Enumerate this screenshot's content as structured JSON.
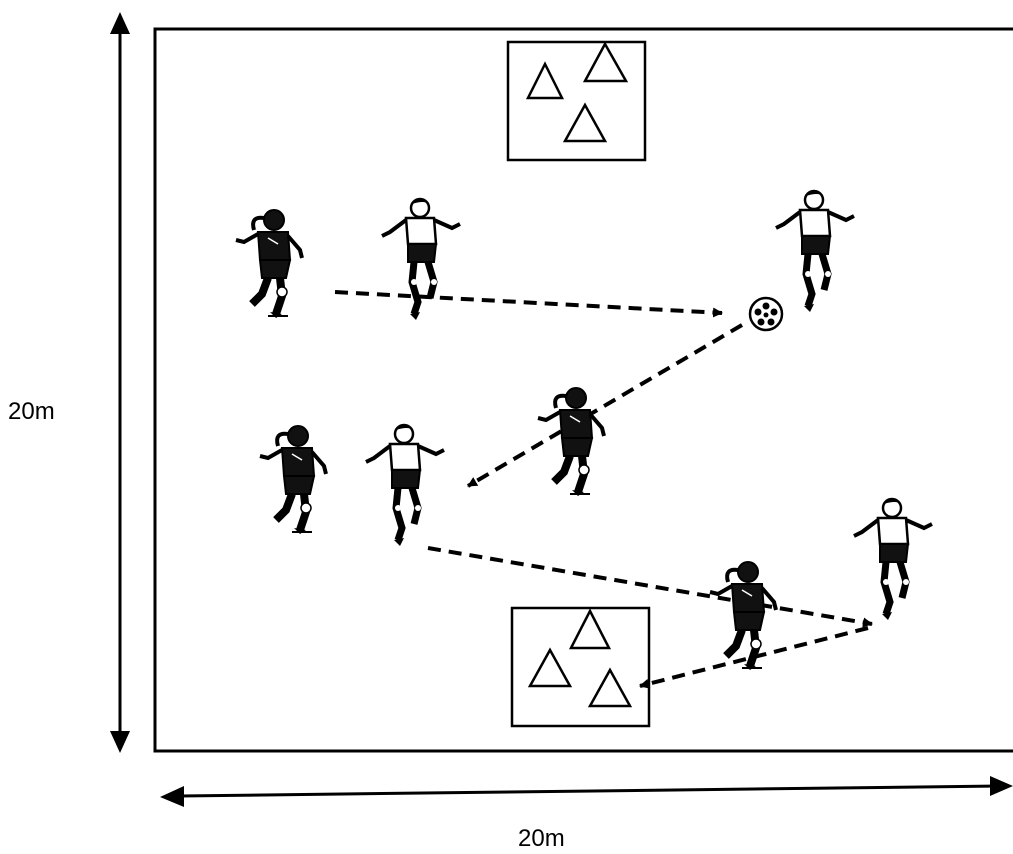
{
  "dimensions": {
    "height_label": "20m",
    "width_label": "20m"
  },
  "colors": {
    "ink": "#000000",
    "paper": "#ffffff",
    "light_kit": "#ffffff",
    "dark_kit": "#111111"
  },
  "players": [
    {
      "team": "dark",
      "role": "player"
    },
    {
      "team": "light",
      "role": "player"
    },
    {
      "team": "light",
      "role": "player-with-ball"
    },
    {
      "team": "dark",
      "role": "player"
    },
    {
      "team": "light",
      "role": "player"
    },
    {
      "team": "dark",
      "role": "player"
    },
    {
      "team": "dark",
      "role": "player"
    },
    {
      "team": "light",
      "role": "player"
    }
  ],
  "goal_zones": [
    {
      "position": "top",
      "cones": 3
    },
    {
      "position": "bottom",
      "cones": 3
    }
  ],
  "ball": {
    "icon": "soccer-ball-icon"
  },
  "passes": [
    {
      "from": "left-dark-player",
      "to": "ball"
    },
    {
      "from": "ball",
      "to": "middle-left-light-player"
    },
    {
      "from": "middle-left-light-player",
      "to": "bottom-right-light-player"
    },
    {
      "from": "bottom-right-light-player",
      "to": "bottom-goal-zone"
    }
  ]
}
